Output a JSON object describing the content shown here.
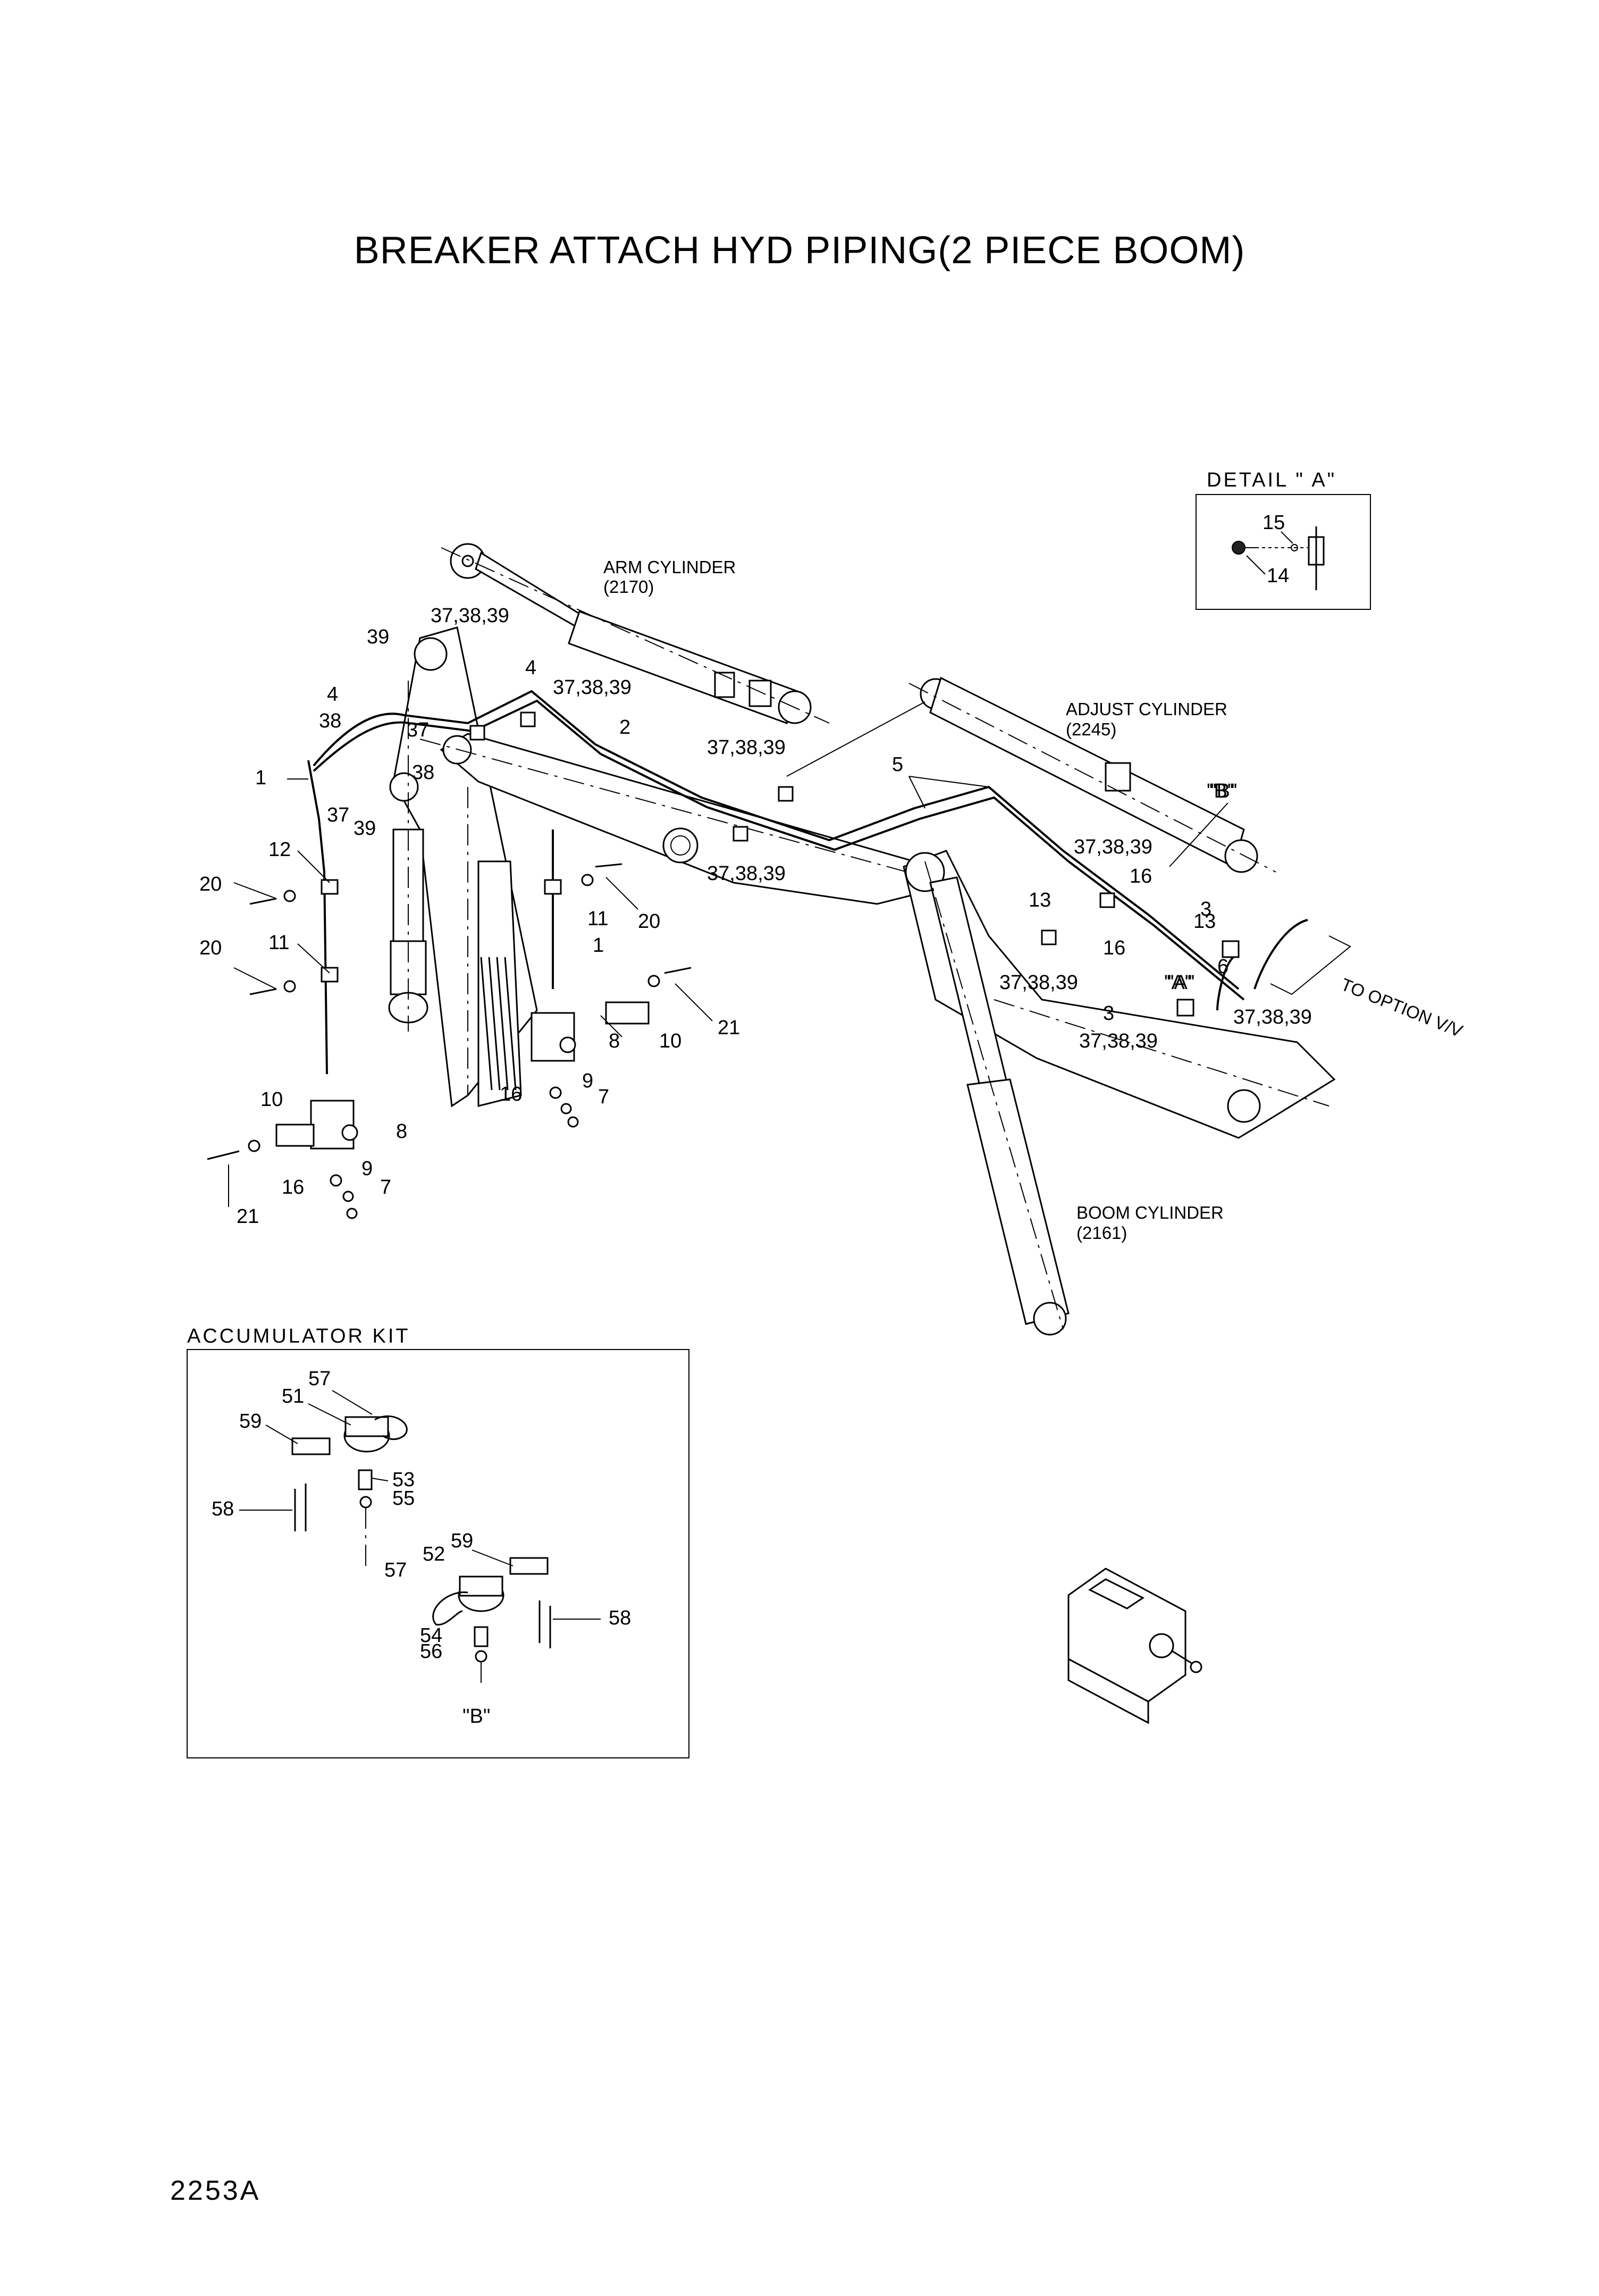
{
  "title": "BREAKER ATTACH HYD PIPING(2 PIECE BOOM)",
  "page_code": "2253A",
  "insets": {
    "detail_a": {
      "header": "DETAIL  \" A\"",
      "labels": [
        "15",
        "14"
      ]
    },
    "accumulator_kit": {
      "header": "ACCUMULATOR KIT",
      "labels": [
        "57",
        "51",
        "59",
        "53",
        "55",
        "58",
        "52",
        "59",
        "57",
        "54",
        "56",
        "58"
      ],
      "view_b": "\"B\""
    }
  },
  "components": {
    "arm_cylinder": {
      "name": "ARM CYLINDER",
      "code": "(2170)"
    },
    "adjust_cylinder": {
      "name": "ADJUST CYLINDER",
      "code": "(2245)"
    },
    "boom_cylinder": {
      "name": "BOOM CYLINDER",
      "code": "(2161)"
    },
    "to_option": "TO OPTION V/V",
    "view_b": "\"B\"",
    "view_a": "\"A\""
  },
  "callouts": [
    "37,38,39",
    "39",
    "4",
    "37,38,39",
    "4",
    "38",
    "37",
    "2",
    "1",
    "38",
    "37,38,39",
    "37",
    "39",
    "5",
    "\"B\"",
    "37,38,39",
    "12",
    "20",
    "16",
    "13",
    "3",
    "11",
    "20",
    "37,38,39",
    "13",
    "16",
    "6",
    "20",
    "11",
    "1",
    "37,38,39",
    "\"A\"",
    "37,38,39",
    "21",
    "3",
    "8",
    "10",
    "37,38,39",
    "10",
    "16",
    "9",
    "7",
    "8",
    "9",
    "16",
    "7",
    "21"
  ]
}
